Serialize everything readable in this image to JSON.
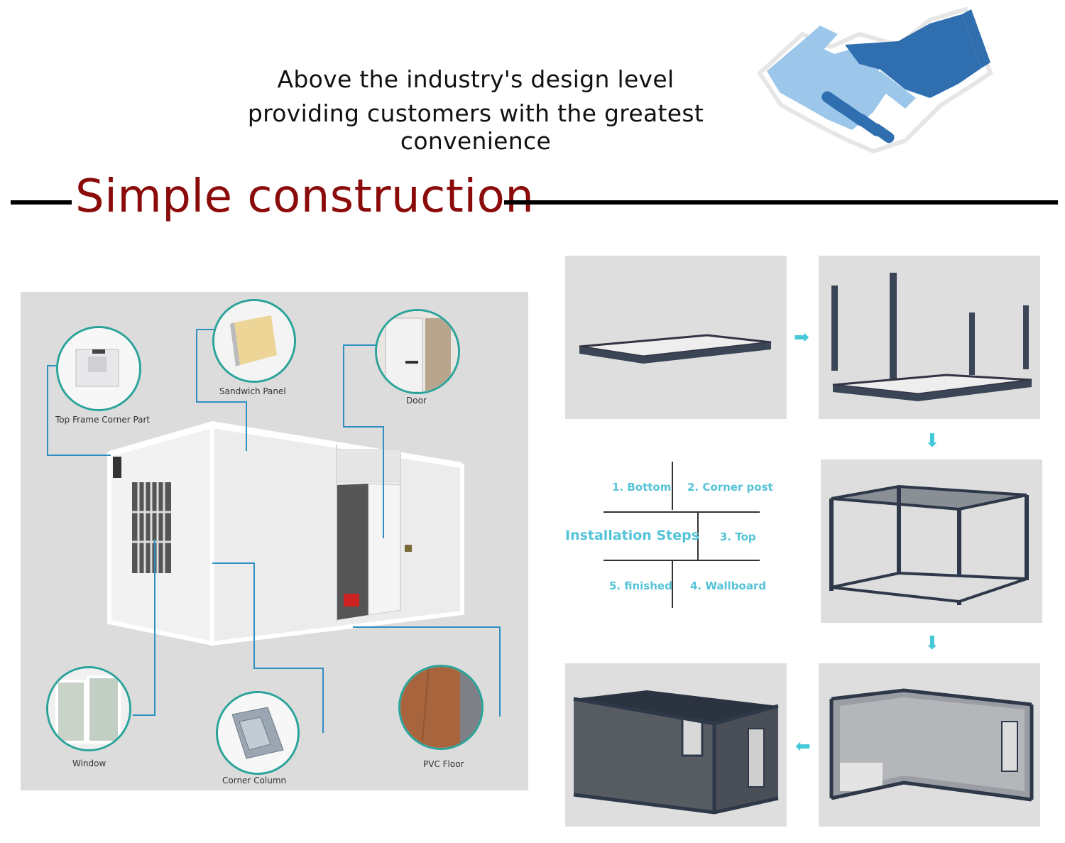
{
  "header": {
    "line1": "Above the industry's design level",
    "line2": "providing customers with the greatest convenience",
    "handshake_icon": "handshake-icon"
  },
  "section_title": "Simple construction",
  "components": {
    "top_frame_corner_part": "Top Frame Corner Part",
    "sandwich_panel": "Sandwich Panel",
    "door": "Door",
    "window": "Window",
    "corner_column": "Corner Column",
    "pvc_floor": "PVC Floor"
  },
  "installation": {
    "heading": "Installation Steps",
    "step1": "1. Bottom",
    "step2": "2. Corner post",
    "step3": "3. Top",
    "step4": "4. Wallboard",
    "step5": "5. finished"
  },
  "colors": {
    "title_red": "#8b0a0a",
    "teal_ring": "#2aa39a",
    "connector_blue": "#2f8fc2",
    "arrow_cyan": "#45c9d9",
    "handshake_dark": "#2f6fb0",
    "handshake_light": "#9cc7ea"
  }
}
